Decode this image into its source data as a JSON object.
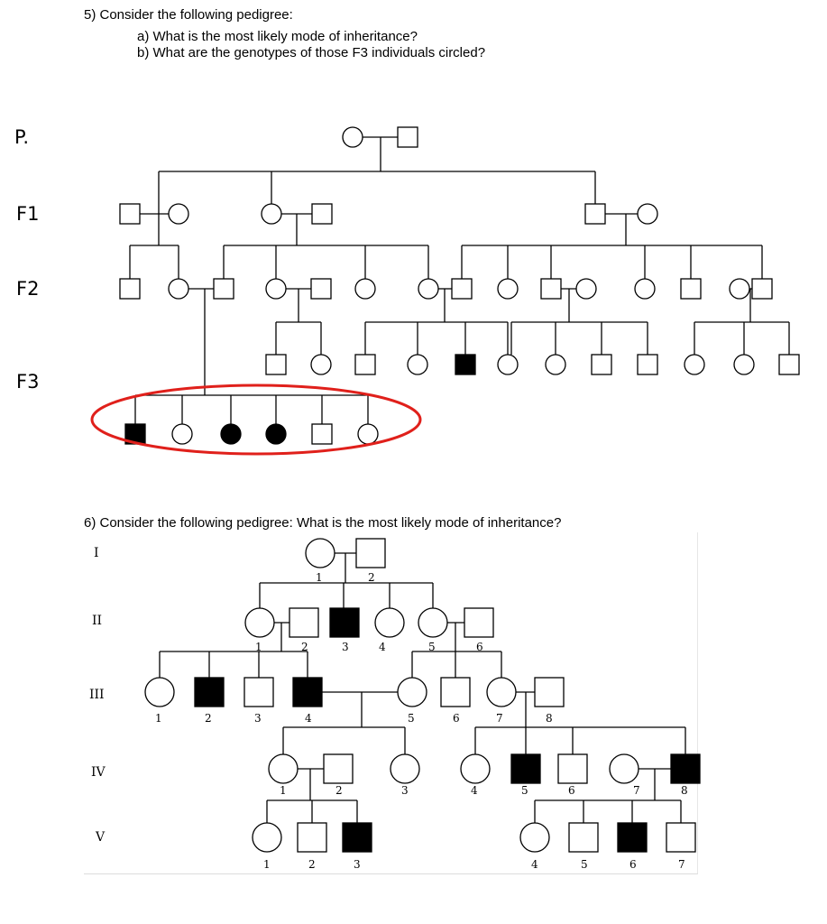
{
  "question5": {
    "title": "5) Consider the following pedigree:",
    "part_a": "a) What is the most likely mode of inheritance?",
    "part_b": "b) What are the genotypes of those F3 individuals circled?",
    "generation_labels": [
      "P.",
      "F1",
      "F2",
      "F3"
    ],
    "circle_color": "#e0201b"
  },
  "question6": {
    "title": "6) Consider the following pedigree: What is the most likely mode of inheritance?",
    "generation_labels": [
      "I",
      "II",
      "III",
      "IV",
      "V"
    ],
    "numbers": {
      "I": [
        "1",
        "2"
      ],
      "II": [
        "1",
        "2",
        "3",
        "4",
        "5",
        "6"
      ],
      "III": [
        "1",
        "2",
        "3",
        "4",
        "5",
        "6",
        "7",
        "8"
      ],
      "IV": [
        "1",
        "2",
        "3",
        "4",
        "5",
        "6",
        "7",
        "8"
      ],
      "V": [
        "1",
        "2",
        "3",
        "4",
        "5",
        "6",
        "7"
      ]
    }
  }
}
